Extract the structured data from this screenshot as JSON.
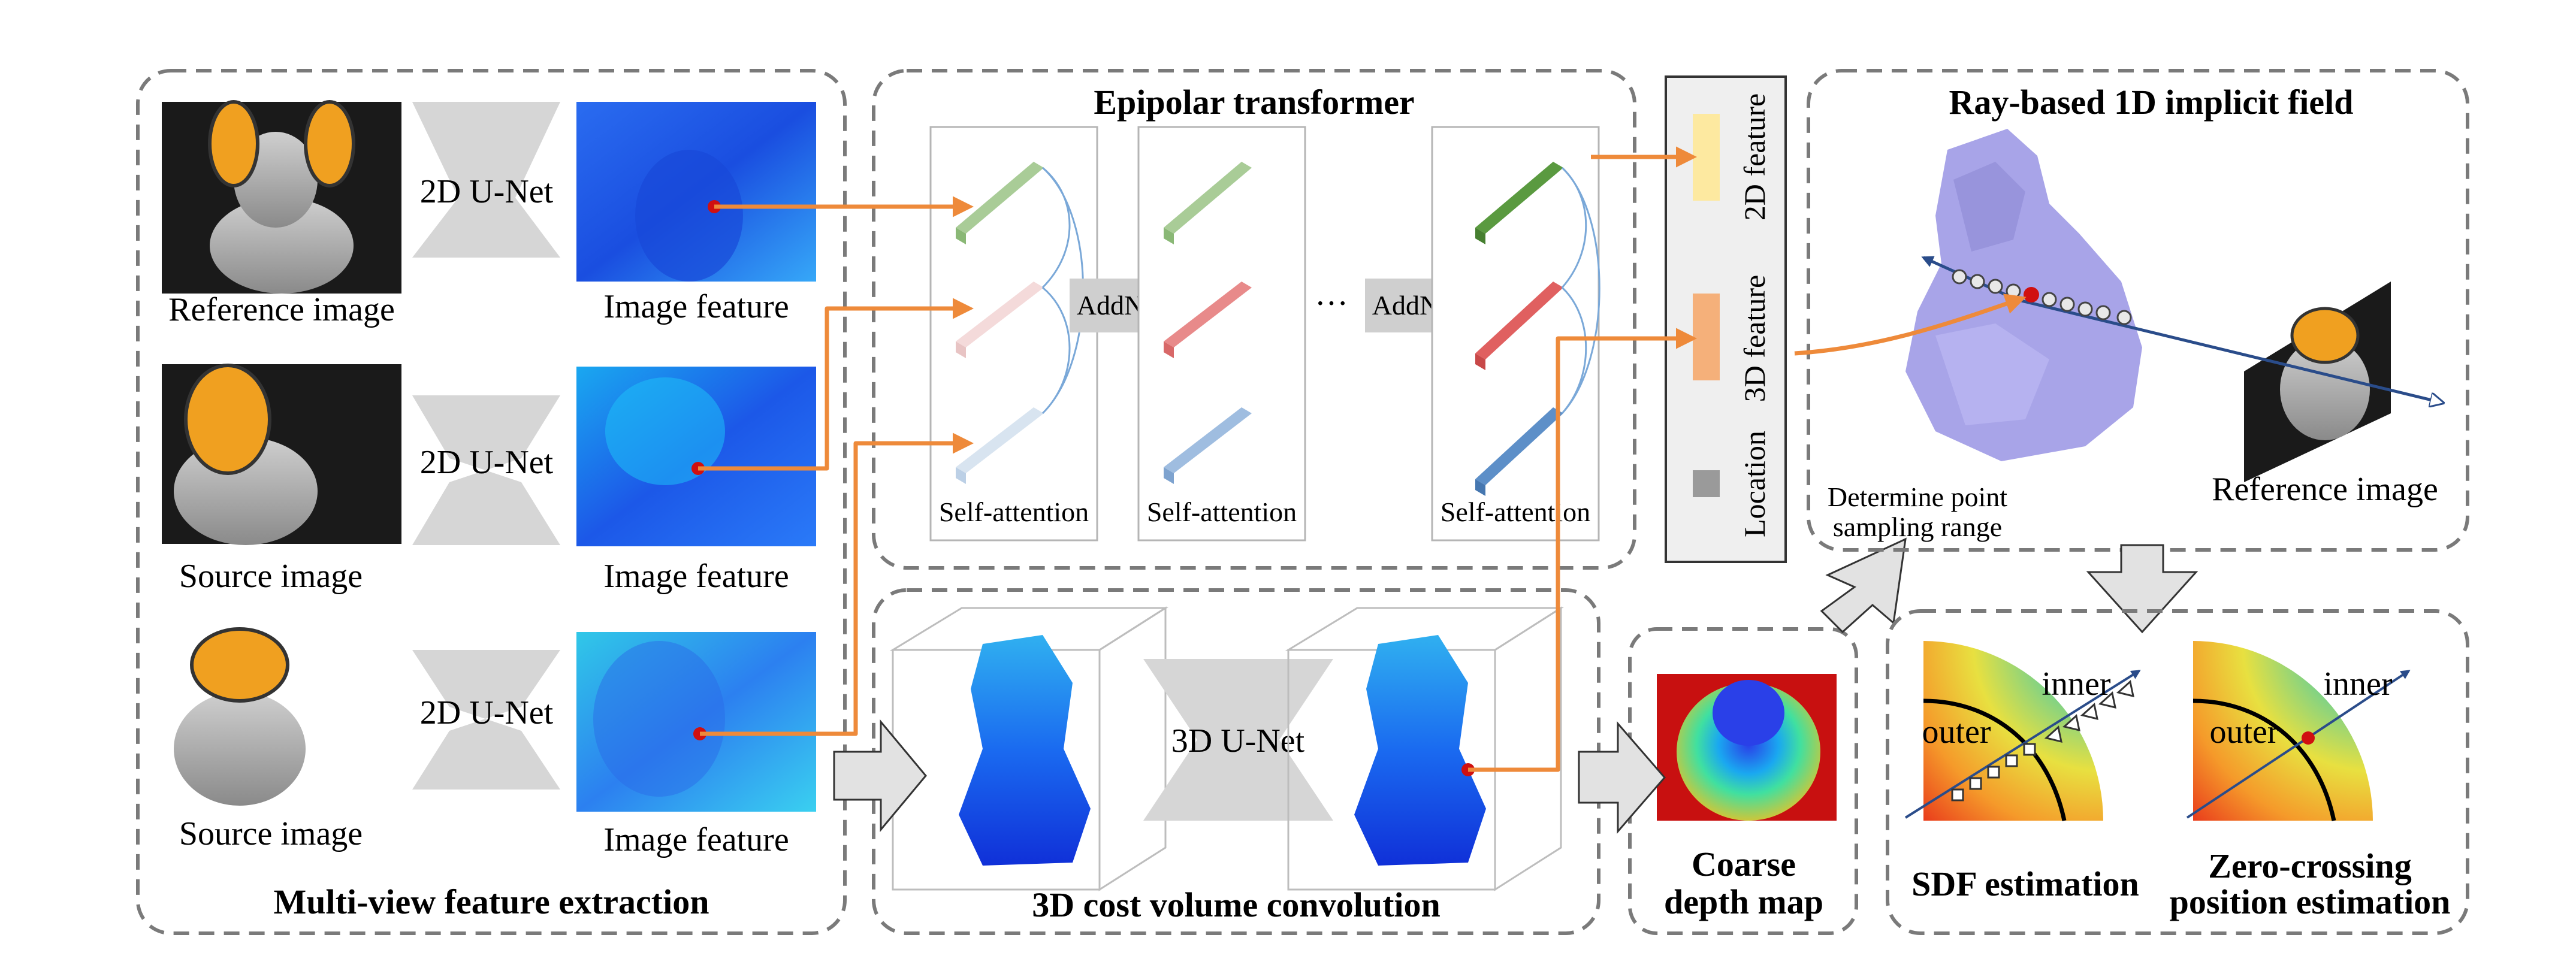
{
  "panels": {
    "feature_extraction": {
      "title": "Multi-view feature extraction",
      "reference_image": "Reference image",
      "source_image_1": "Source image",
      "source_image_2": "Source image",
      "image_feature": "Image feature",
      "unet_label": "2D U-Net"
    },
    "epipolar_transformer": {
      "title": "Epipolar transformer",
      "self_attention": "Self-attention",
      "addnorm": "AddNorm",
      "ellipsis": "···"
    },
    "cost_volume": {
      "title": "3D cost volume convolution",
      "unet_label": "3D U-Net"
    },
    "features": {
      "feature_2d": "2D feature",
      "feature_3d": "3D feature",
      "location": "Location"
    },
    "implicit_field": {
      "title": "Ray-based 1D implicit field",
      "reference_image": "Reference image",
      "sampling_line1": "Determine point",
      "sampling_line2": "sampling range"
    },
    "depth_map": {
      "title_line1": "Coarse",
      "title_line2": "depth map"
    },
    "sdf": {
      "title": "SDF estimation",
      "inner": "inner",
      "outer": "outer"
    },
    "zero_crossing": {
      "title_line1": "Zero-crossing",
      "title_line2": "position estimation",
      "inner": "inner",
      "outer": "outer"
    }
  },
  "colors": {
    "orange_arrow": "#ee8a3a",
    "gray_arrow": "#cccccc",
    "panel_border": "#7a7a7a",
    "green_token": "#7fb06b",
    "red_token": "#e06b6b",
    "blue_token": "#7aa2cf",
    "feature_2d": "#fde9a0",
    "feature_3d": "#f5b07a",
    "location": "#9a9a9a",
    "red_dot": "#d01010",
    "ray_blue": "#2a4c8a"
  }
}
